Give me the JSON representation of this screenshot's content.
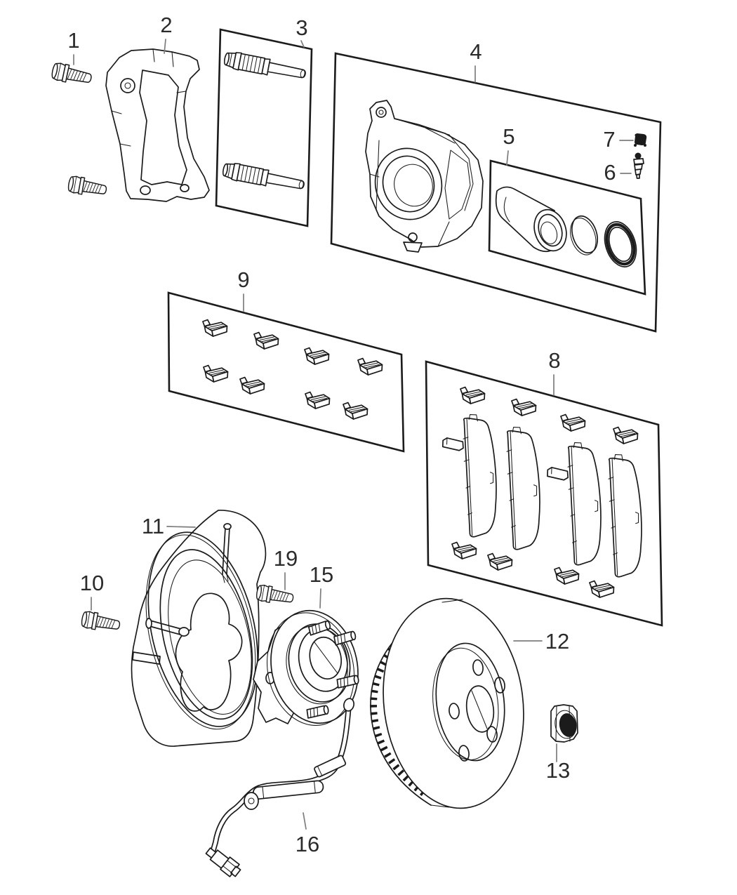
{
  "diagram": {
    "kind": "exploded-parts-diagram",
    "background": "#ffffff"
  },
  "style": {
    "line_color": "#1b1b1b",
    "label_color": "#2b2b2b",
    "leader_color": "#7d7d7d",
    "bg_color": "#ffffff"
  },
  "callouts": [
    {
      "label": "1"
    },
    {
      "label": "2"
    },
    {
      "label": "3"
    },
    {
      "label": "4"
    },
    {
      "label": "5"
    },
    {
      "label": "6"
    },
    {
      "label": "7"
    },
    {
      "label": "8"
    },
    {
      "label": "9"
    },
    {
      "label": "10"
    },
    {
      "label": "11"
    },
    {
      "label": "12"
    },
    {
      "label": "13"
    },
    {
      "label": "15"
    },
    {
      "label": "16"
    },
    {
      "label": "19"
    }
  ]
}
